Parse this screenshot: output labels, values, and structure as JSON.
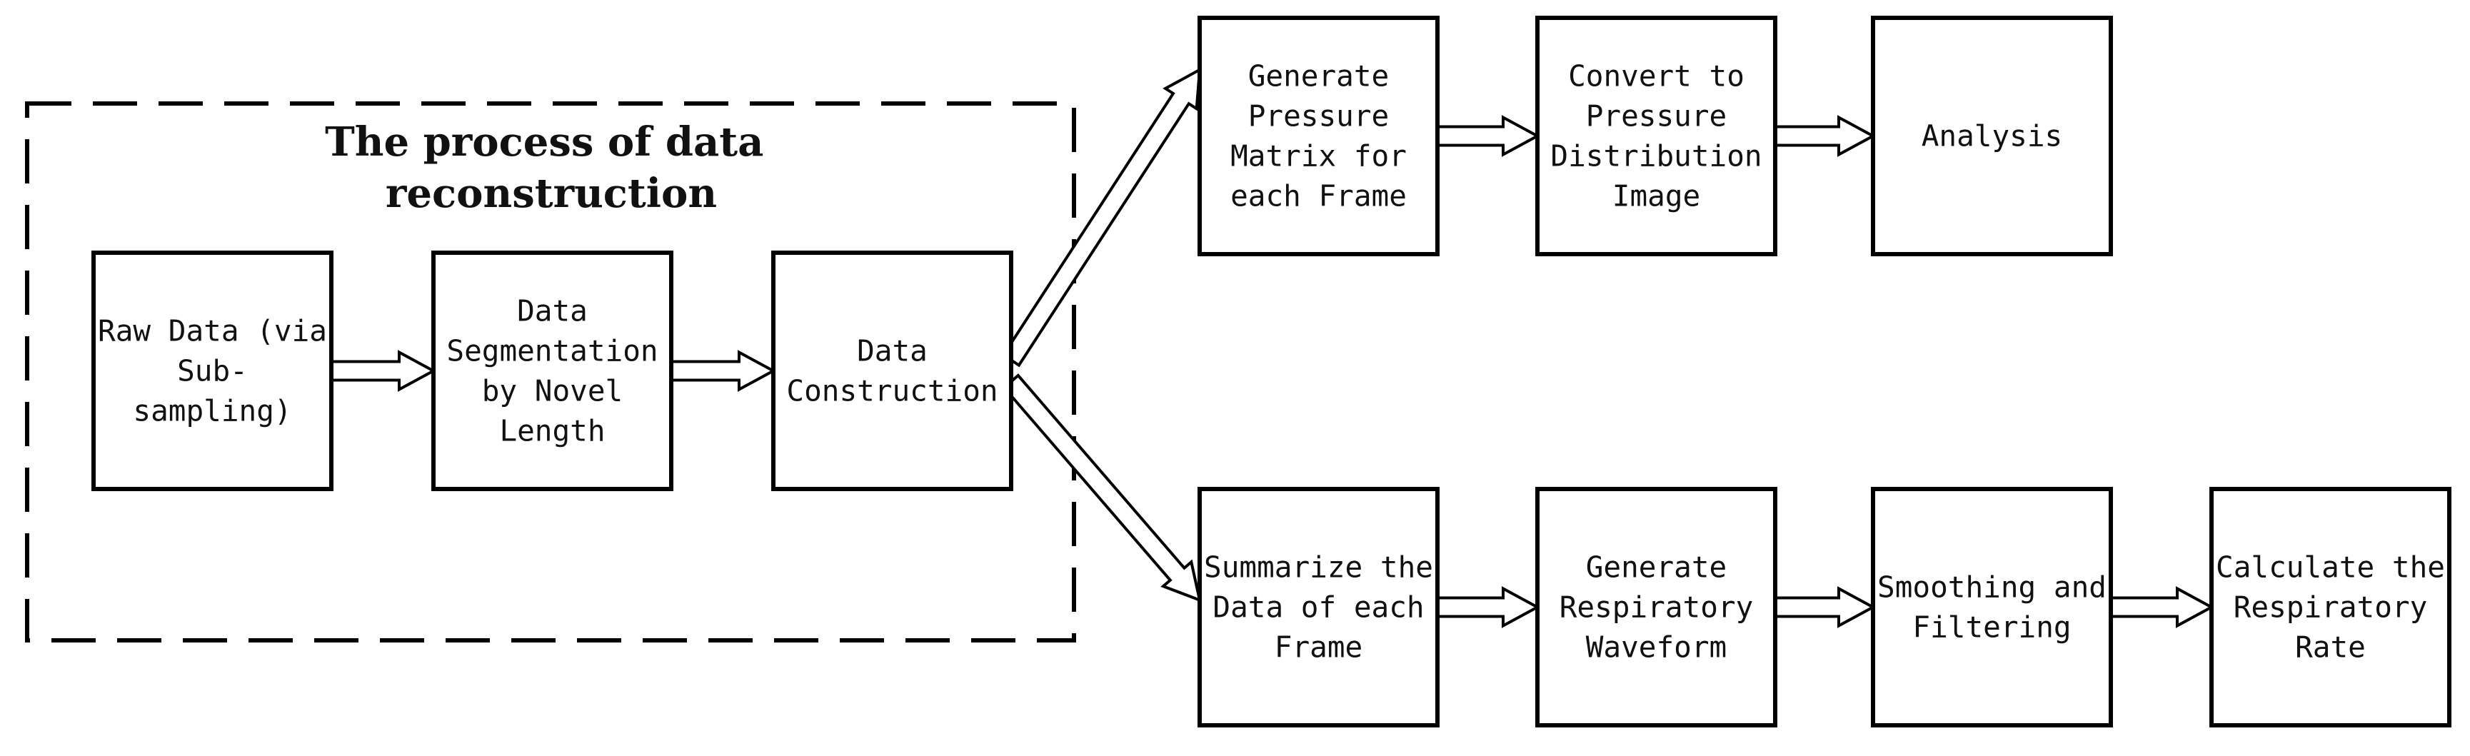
{
  "group": {
    "title_lines": [
      "The process of data",
      "reconstruction"
    ]
  },
  "nodes": [
    {
      "id": "raw-data",
      "lines": [
        "Raw Data (via",
        "Sub-",
        "sampling)"
      ]
    },
    {
      "id": "data-segmentation",
      "lines": [
        "Data",
        "Segmentation",
        "by Novel",
        "Length"
      ]
    },
    {
      "id": "data-construction",
      "lines": [
        "Data",
        "Construction"
      ]
    },
    {
      "id": "generate-pressure-matrix",
      "lines": [
        "Generate",
        "Pressure",
        "Matrix for",
        "each Frame"
      ]
    },
    {
      "id": "convert-pressure-image",
      "lines": [
        "Convert to",
        "Pressure",
        "Distribution",
        "Image"
      ]
    },
    {
      "id": "analysis",
      "lines": [
        "Analysis"
      ]
    },
    {
      "id": "summarize-frame-data",
      "lines": [
        "Summarize the",
        "Data of each",
        "Frame"
      ]
    },
    {
      "id": "generate-respiratory-waveform",
      "lines": [
        "Generate",
        "Respiratory",
        "Waveform"
      ]
    },
    {
      "id": "smoothing-filtering",
      "lines": [
        "Smoothing and",
        "Filtering"
      ]
    },
    {
      "id": "calculate-respiratory-rate",
      "lines": [
        "Calculate the",
        "Respiratory",
        "Rate"
      ]
    }
  ],
  "edges": [
    {
      "from": "raw-data",
      "to": "data-segmentation"
    },
    {
      "from": "data-segmentation",
      "to": "data-construction"
    },
    {
      "from": "data-construction",
      "to": "generate-pressure-matrix"
    },
    {
      "from": "data-construction",
      "to": "summarize-frame-data"
    },
    {
      "from": "generate-pressure-matrix",
      "to": "convert-pressure-image"
    },
    {
      "from": "convert-pressure-image",
      "to": "analysis"
    },
    {
      "from": "summarize-frame-data",
      "to": "generate-respiratory-waveform"
    },
    {
      "from": "generate-respiratory-waveform",
      "to": "smoothing-filtering"
    },
    {
      "from": "smoothing-filtering",
      "to": "calculate-respiratory-rate"
    }
  ]
}
